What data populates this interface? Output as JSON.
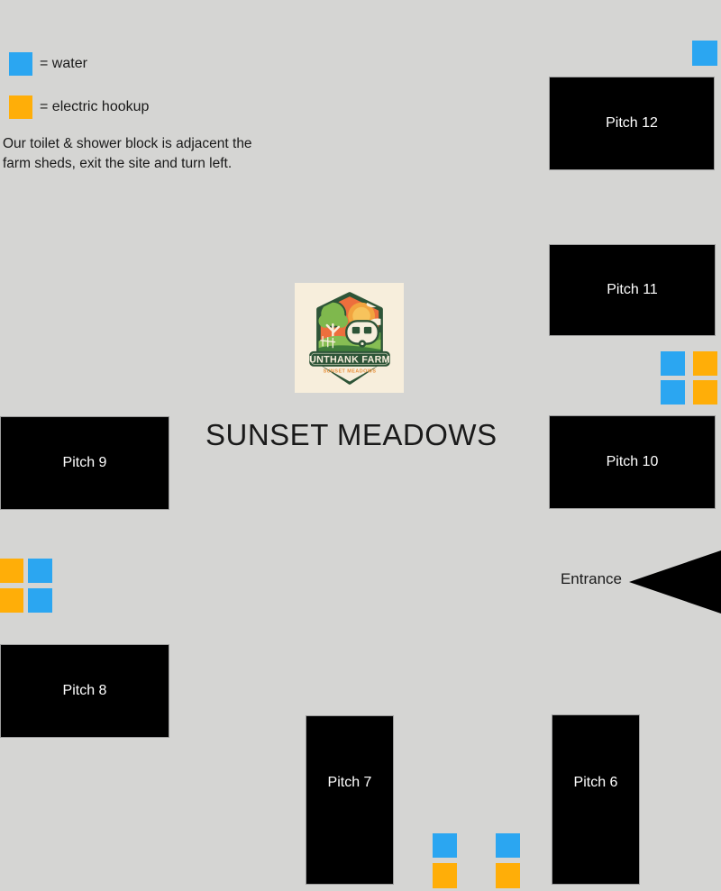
{
  "title": "SUNSET MEADOWS",
  "colors": {
    "bg": "#d5d5d3",
    "ink": "#1a1a1a",
    "water": "#2ba6f1",
    "electric": "#ffae08",
    "pitch-fill": "#000000",
    "pitch-label": "#ffffff",
    "logo-green": "#2d5437",
    "logo-cream": "#f7eedc",
    "logo-sky": "#ed6f3d"
  },
  "legend": {
    "water_label": "= water",
    "electric_label": "= electric hookup",
    "note_line1": "Our toilet & shower block is adjacent the",
    "note_line2": "farm sheds, exit the site and turn left."
  },
  "logo": {
    "farm_name": "UNTHANK FARM",
    "site_name": "SUNSET MEADOWS"
  },
  "entrance": {
    "label": "Entrance"
  },
  "pitches": [
    {
      "label": "Pitch 12"
    },
    {
      "label": "Pitch 11"
    },
    {
      "label": "Pitch 10"
    },
    {
      "label": "Pitch 9"
    },
    {
      "label": "Pitch 8"
    },
    {
      "label": "Pitch 7"
    },
    {
      "label": "Pitch 6"
    }
  ]
}
